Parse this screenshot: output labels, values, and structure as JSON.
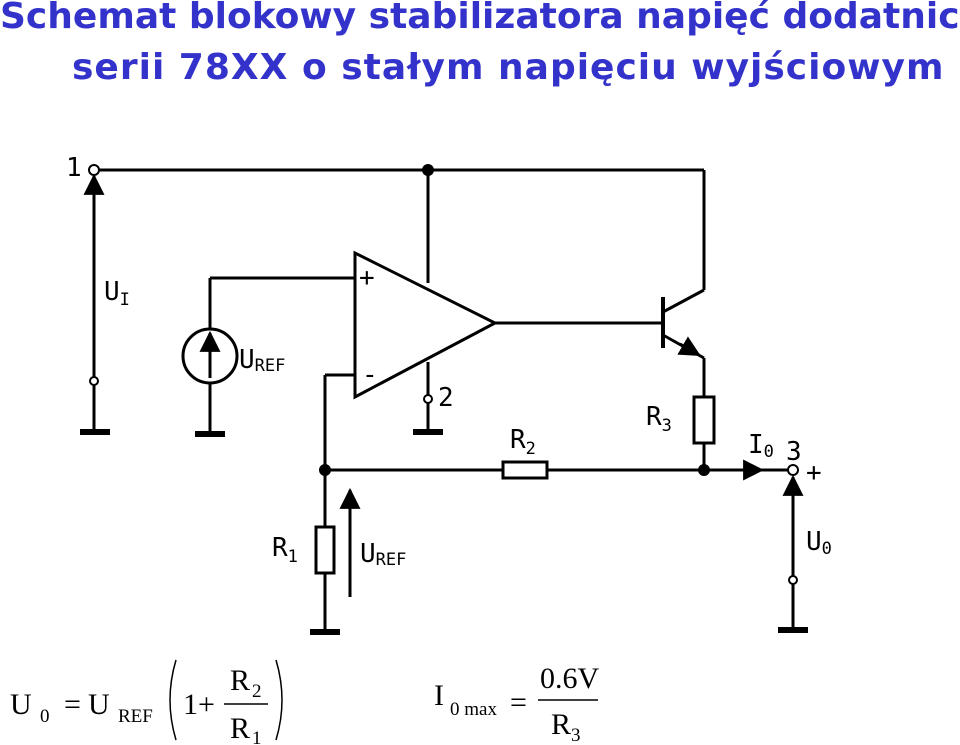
{
  "title": {
    "line1": "Schemat blokowy stabilizatora napięć dodatnich",
    "line2": "serii 78XX o stałym napięciu wyjściowym"
  },
  "terminals": {
    "t1": "1",
    "t2": "2",
    "t3": "3"
  },
  "labels": {
    "ui_main": "U",
    "ui_sub": "I",
    "uref1_main": "U",
    "uref1_sub": "REF",
    "uref2_main": "U",
    "uref2_sub": "REF",
    "opamp_plus": "+",
    "opamp_minus": "-",
    "r1_main": "R",
    "r1_sub": "1",
    "r2_main": "R",
    "r2_sub": "2",
    "r3_main": "R",
    "r3_sub": "3",
    "io_main": "I",
    "io_sub": "0",
    "uo_main": "U",
    "uo_sub": "0",
    "out_plus": "+"
  },
  "formula1": {
    "u0": "U",
    "u0_sub": "0",
    "eq": "=",
    "uref": "U",
    "uref_sub": "REF",
    "one_plus": "1+",
    "num": "R",
    "num_sub": "2",
    "den": "R",
    "den_sub": "1"
  },
  "formula2": {
    "i": "I",
    "i_sub": "0 max",
    "eq": "=",
    "num": "0.6V",
    "den": "R",
    "den_sub": "3"
  },
  "colors": {
    "title": "#3333cc",
    "wire": "#000000",
    "background": "#ffffff"
  }
}
